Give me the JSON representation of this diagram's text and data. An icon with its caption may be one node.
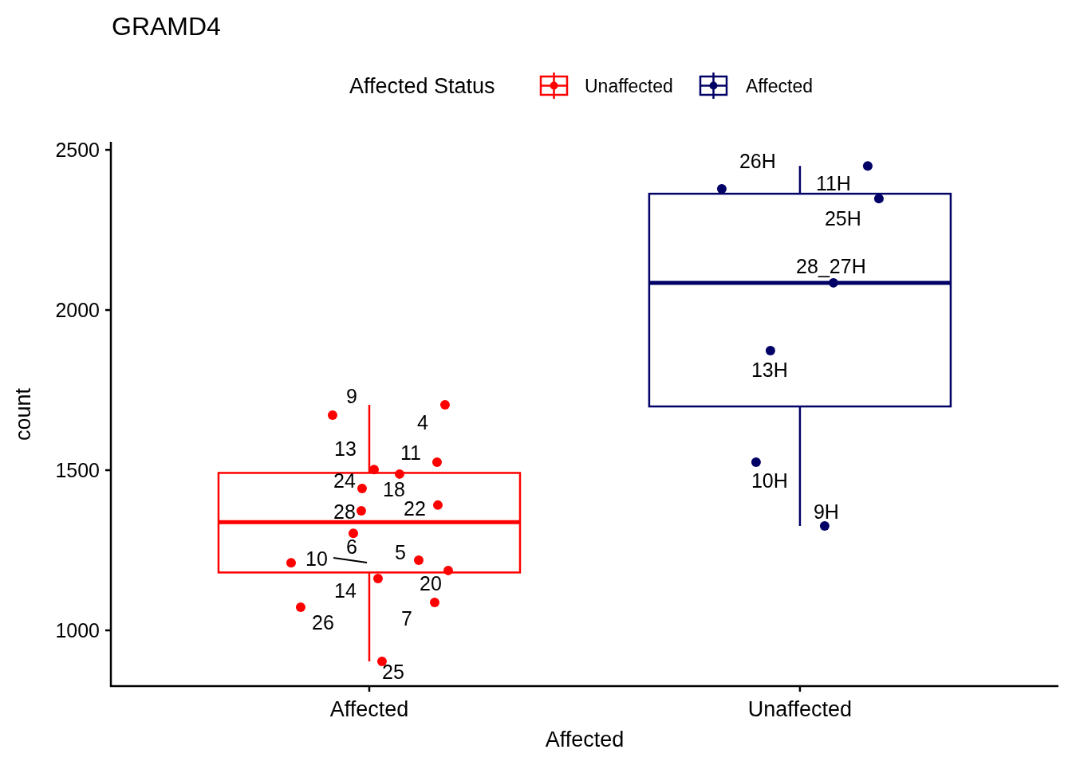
{
  "diagram": {
    "title": "GRAMD4",
    "labels": [
      "Affected Status"
    ],
    "legend": [
      {
        "text": "Unaffected",
        "color": "#ff0000"
      },
      {
        "text": "Affected",
        "color": "#000066"
      }
    ],
    "chart_data": {
      "type": "scatter",
      "xlabel": "Affected",
      "ylabel": "count",
      "categories": [
        "Affected",
        "Unaffected"
      ],
      "ylim": [
        826,
        2525
      ],
      "yticks": [
        1000,
        1500,
        2000,
        2500
      ],
      "series": [
        {
          "name": "9",
          "color": "#ff0000",
          "values": [
            1672,
            null
          ]
        },
        {
          "name": "4",
          "color": "#ff0000",
          "values": [
            1704,
            null
          ]
        },
        {
          "name": "13",
          "color": "#ff0000",
          "values": [
            1502,
            null
          ]
        },
        {
          "name": "11",
          "color": "#ff0000",
          "values": [
            1525,
            null
          ]
        },
        {
          "name": "24",
          "color": "#ff0000",
          "values": [
            1443,
            null
          ]
        },
        {
          "name": "18",
          "color": "#ff0000",
          "values": [
            1488,
            null
          ]
        },
        {
          "name": "28",
          "color": "#ff0000",
          "values": [
            1373,
            null
          ]
        },
        {
          "name": "22",
          "color": "#ff0000",
          "values": [
            1391,
            null
          ]
        },
        {
          "name": "6",
          "color": "#ff0000",
          "values": [
            1303,
            null
          ]
        },
        {
          "name": "5",
          "color": "#ff0000",
          "values": [
            1219,
            null
          ]
        },
        {
          "name": "10",
          "color": "#ff0000",
          "values": [
            1211,
            null
          ]
        },
        {
          "name": "14",
          "color": "#ff0000",
          "values": [
            1162,
            null
          ]
        },
        {
          "name": "20",
          "color": "#ff0000",
          "values": [
            1187,
            null
          ]
        },
        {
          "name": "26",
          "color": "#ff0000",
          "values": [
            1072,
            null
          ]
        },
        {
          "name": "7",
          "color": "#ff0000",
          "values": [
            1087,
            null
          ]
        },
        {
          "name": "25",
          "color": "#ff0000",
          "values": [
            903,
            null
          ]
        },
        {
          "name": "26H",
          "color": "#000066",
          "values": [
            null,
            2378
          ]
        },
        {
          "name": "11H",
          "color": "#000066",
          "values": [
            null,
            2450
          ]
        },
        {
          "name": "25H",
          "color": "#000066",
          "values": [
            null,
            2348
          ]
        },
        {
          "name": "28_27H",
          "color": "#000066",
          "values": [
            null,
            2085
          ]
        },
        {
          "name": "13H",
          "color": "#000066",
          "values": [
            null,
            1873
          ]
        },
        {
          "name": "10H",
          "color": "#000066",
          "values": [
            null,
            1525
          ]
        },
        {
          "name": "9H",
          "color": "#000066",
          "values": [
            null,
            1326
          ]
        }
      ]
    }
  }
}
